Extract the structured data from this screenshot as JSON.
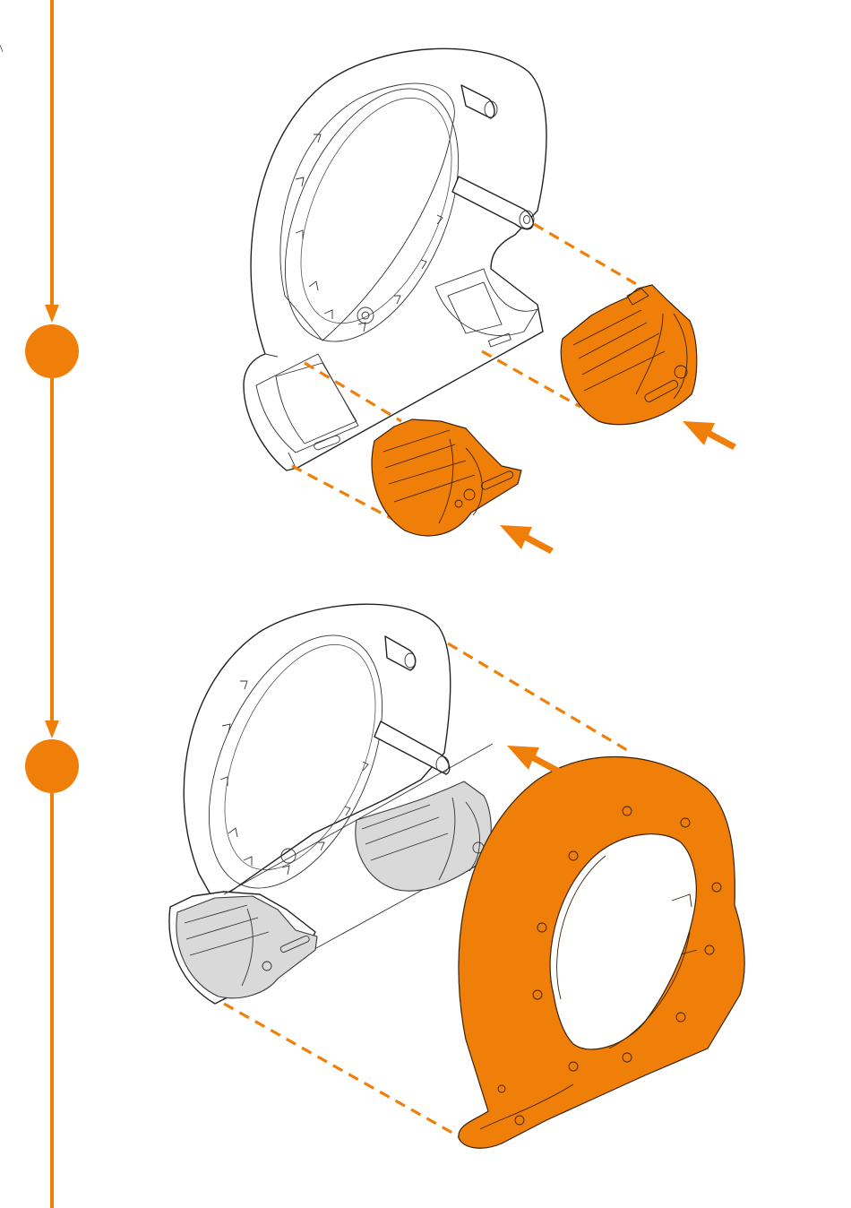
{
  "colors": {
    "accent": "#F07F0A",
    "accent_dark": "#C86406",
    "outline": "#222222",
    "inset_grey": "#D9D9D9",
    "background": "#FFFFFF"
  },
  "timeline": {
    "step_count": 2
  },
  "steps": [
    {
      "id": "step-1",
      "description_icon": "insert-clips-into-housing",
      "arrow_count": 2
    },
    {
      "id": "step-2",
      "description_icon": "attach-front-ring-to-housing",
      "arrow_count": 1
    }
  ]
}
